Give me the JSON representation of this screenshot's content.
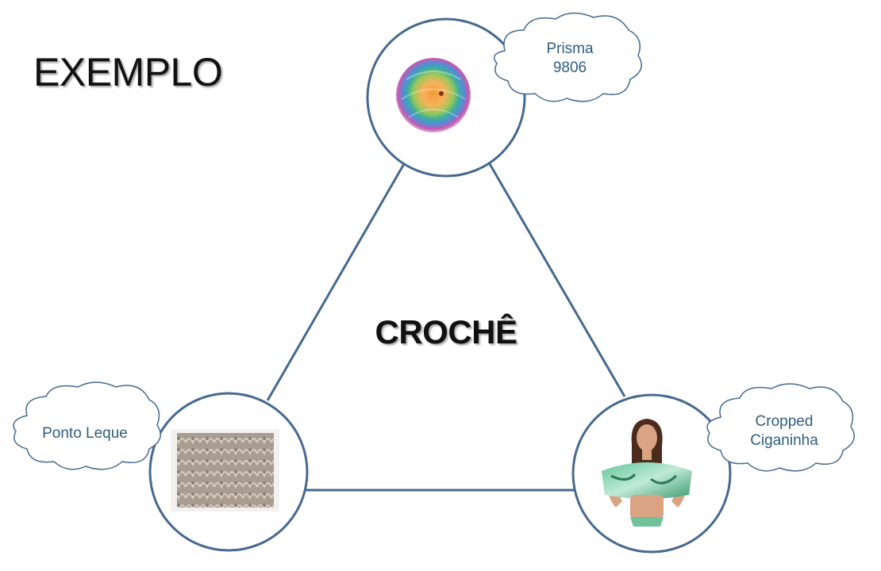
{
  "title": "EXEMPLO",
  "center_label": "CROCHÊ",
  "colors": {
    "line": "#46698f",
    "circle_stroke": "#46698f",
    "cloud_stroke": "#46698f",
    "cloud_text": "#2f5d7e"
  },
  "nodes": {
    "top": {
      "cloud_text": "Prisma\n9806",
      "image": "yarn-ball-rainbow"
    },
    "left": {
      "cloud_text": "Ponto Leque",
      "image": "crochet-swatch"
    },
    "right": {
      "cloud_text": "Cropped\nCiganinha",
      "image": "woman-cropped-top"
    }
  }
}
